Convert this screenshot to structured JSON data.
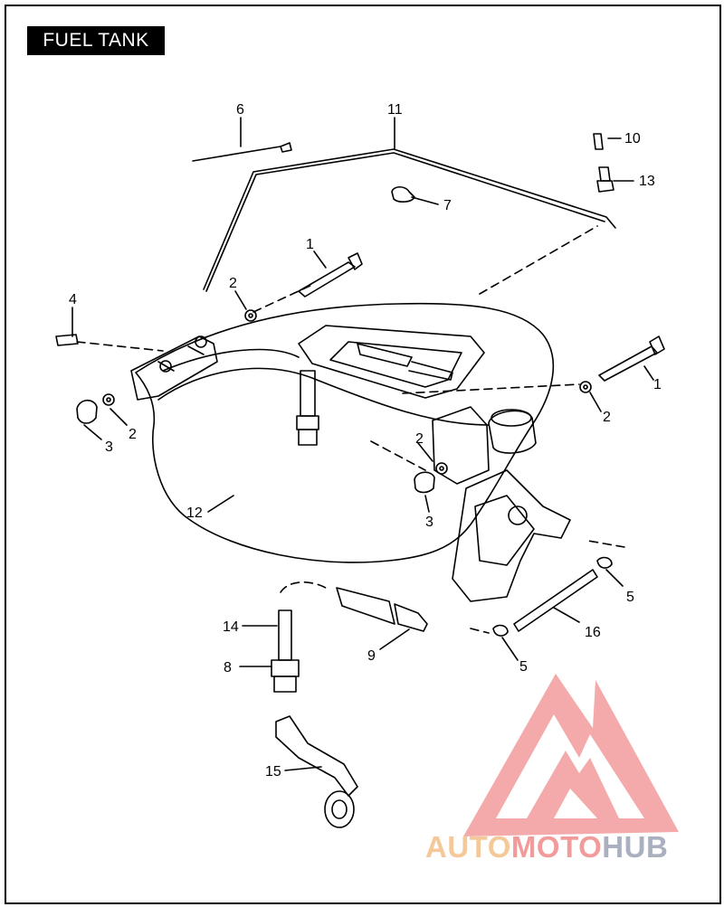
{
  "title": "FUEL TANK",
  "colors": {
    "line": "#000000",
    "watermark_red": "#f29b9b",
    "watermark_orange": "#f5c89a",
    "watermark_gray": "#aab0c0"
  },
  "watermark": {
    "part1": "AUTO",
    "part2": "MOTO",
    "part3": "HUB"
  },
  "callouts": {
    "c6": "6",
    "c11": "11",
    "c10": "10",
    "c13": "13",
    "c7": "7",
    "c1a": "1",
    "c2a": "2",
    "c4": "4",
    "c1b": "1",
    "c2b": "2",
    "c2c": "2",
    "c3a": "3",
    "c2d": "2",
    "c3b": "3",
    "c12": "12",
    "c5a": "5",
    "c16": "16",
    "c14": "14",
    "c9": "9",
    "c8": "8",
    "c5b": "5",
    "c15": "15"
  }
}
